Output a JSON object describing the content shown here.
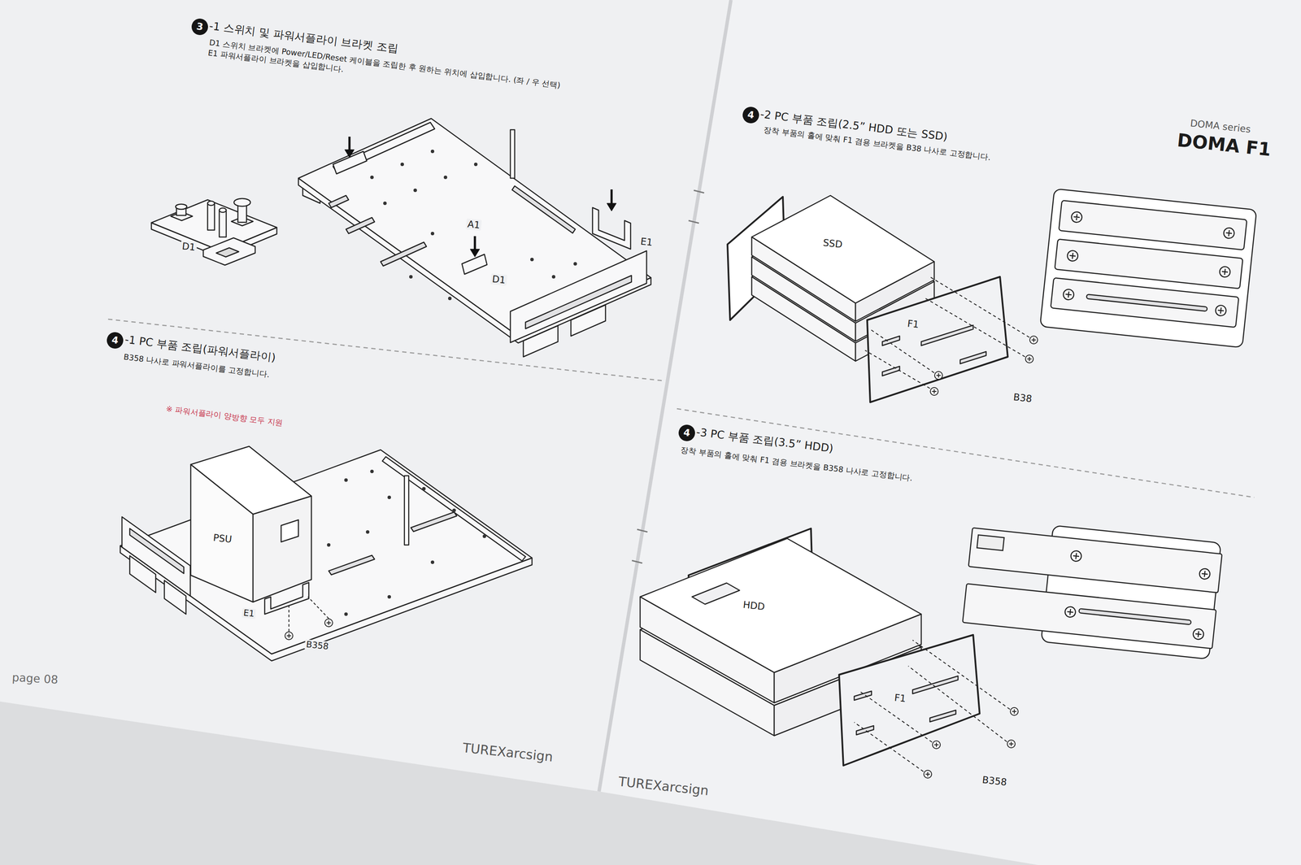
{
  "diagram": {
    "nodes": [
      {
        "text": [
          "3"
        ]
      },
      {
        "text": [
          "4"
        ]
      },
      {
        "text": [
          "4"
        ]
      },
      {
        "text": [
          "4"
        ]
      }
    ],
    "labels": [
      "-1 스위치 및 파워서플라이 브라켓 조립",
      "D1 스위치 브라켓에 Power/LED/Reset 케이블을 조립한 후 원하는 위치에 삽입합니다. (좌 / 우 선택)",
      "E1 파워서플라이 브라켓을 삽입합니다.",
      "D1",
      "A1",
      "D1",
      "E1",
      "-1 PC 부품 조립(파워서플라이)",
      "B358 나사로 파워서플라이를 고정합니다.",
      "※ 파워서플라이 양방향 모두 지원",
      "PSU",
      "E1",
      "B358",
      "page 08",
      "TUREXarcsign",
      "DOMA series",
      "DOMA F1",
      "-2 PC 부품 조립(2.5” HDD 또는 SSD)",
      "장착 부품의 홀에 맞춰 F1 겸용 브라켓을 B38 나사로 고정합니다.",
      "SSD",
      "F1",
      "B38",
      "-3 PC 부품 조립(3.5” HDD)",
      "장착 부품의 홀에 맞춰 F1 겸용 브라켓을 B358 나사로 고정합니다.",
      "HDD",
      "F1",
      "B358",
      "TUREXarcsign"
    ]
  }
}
